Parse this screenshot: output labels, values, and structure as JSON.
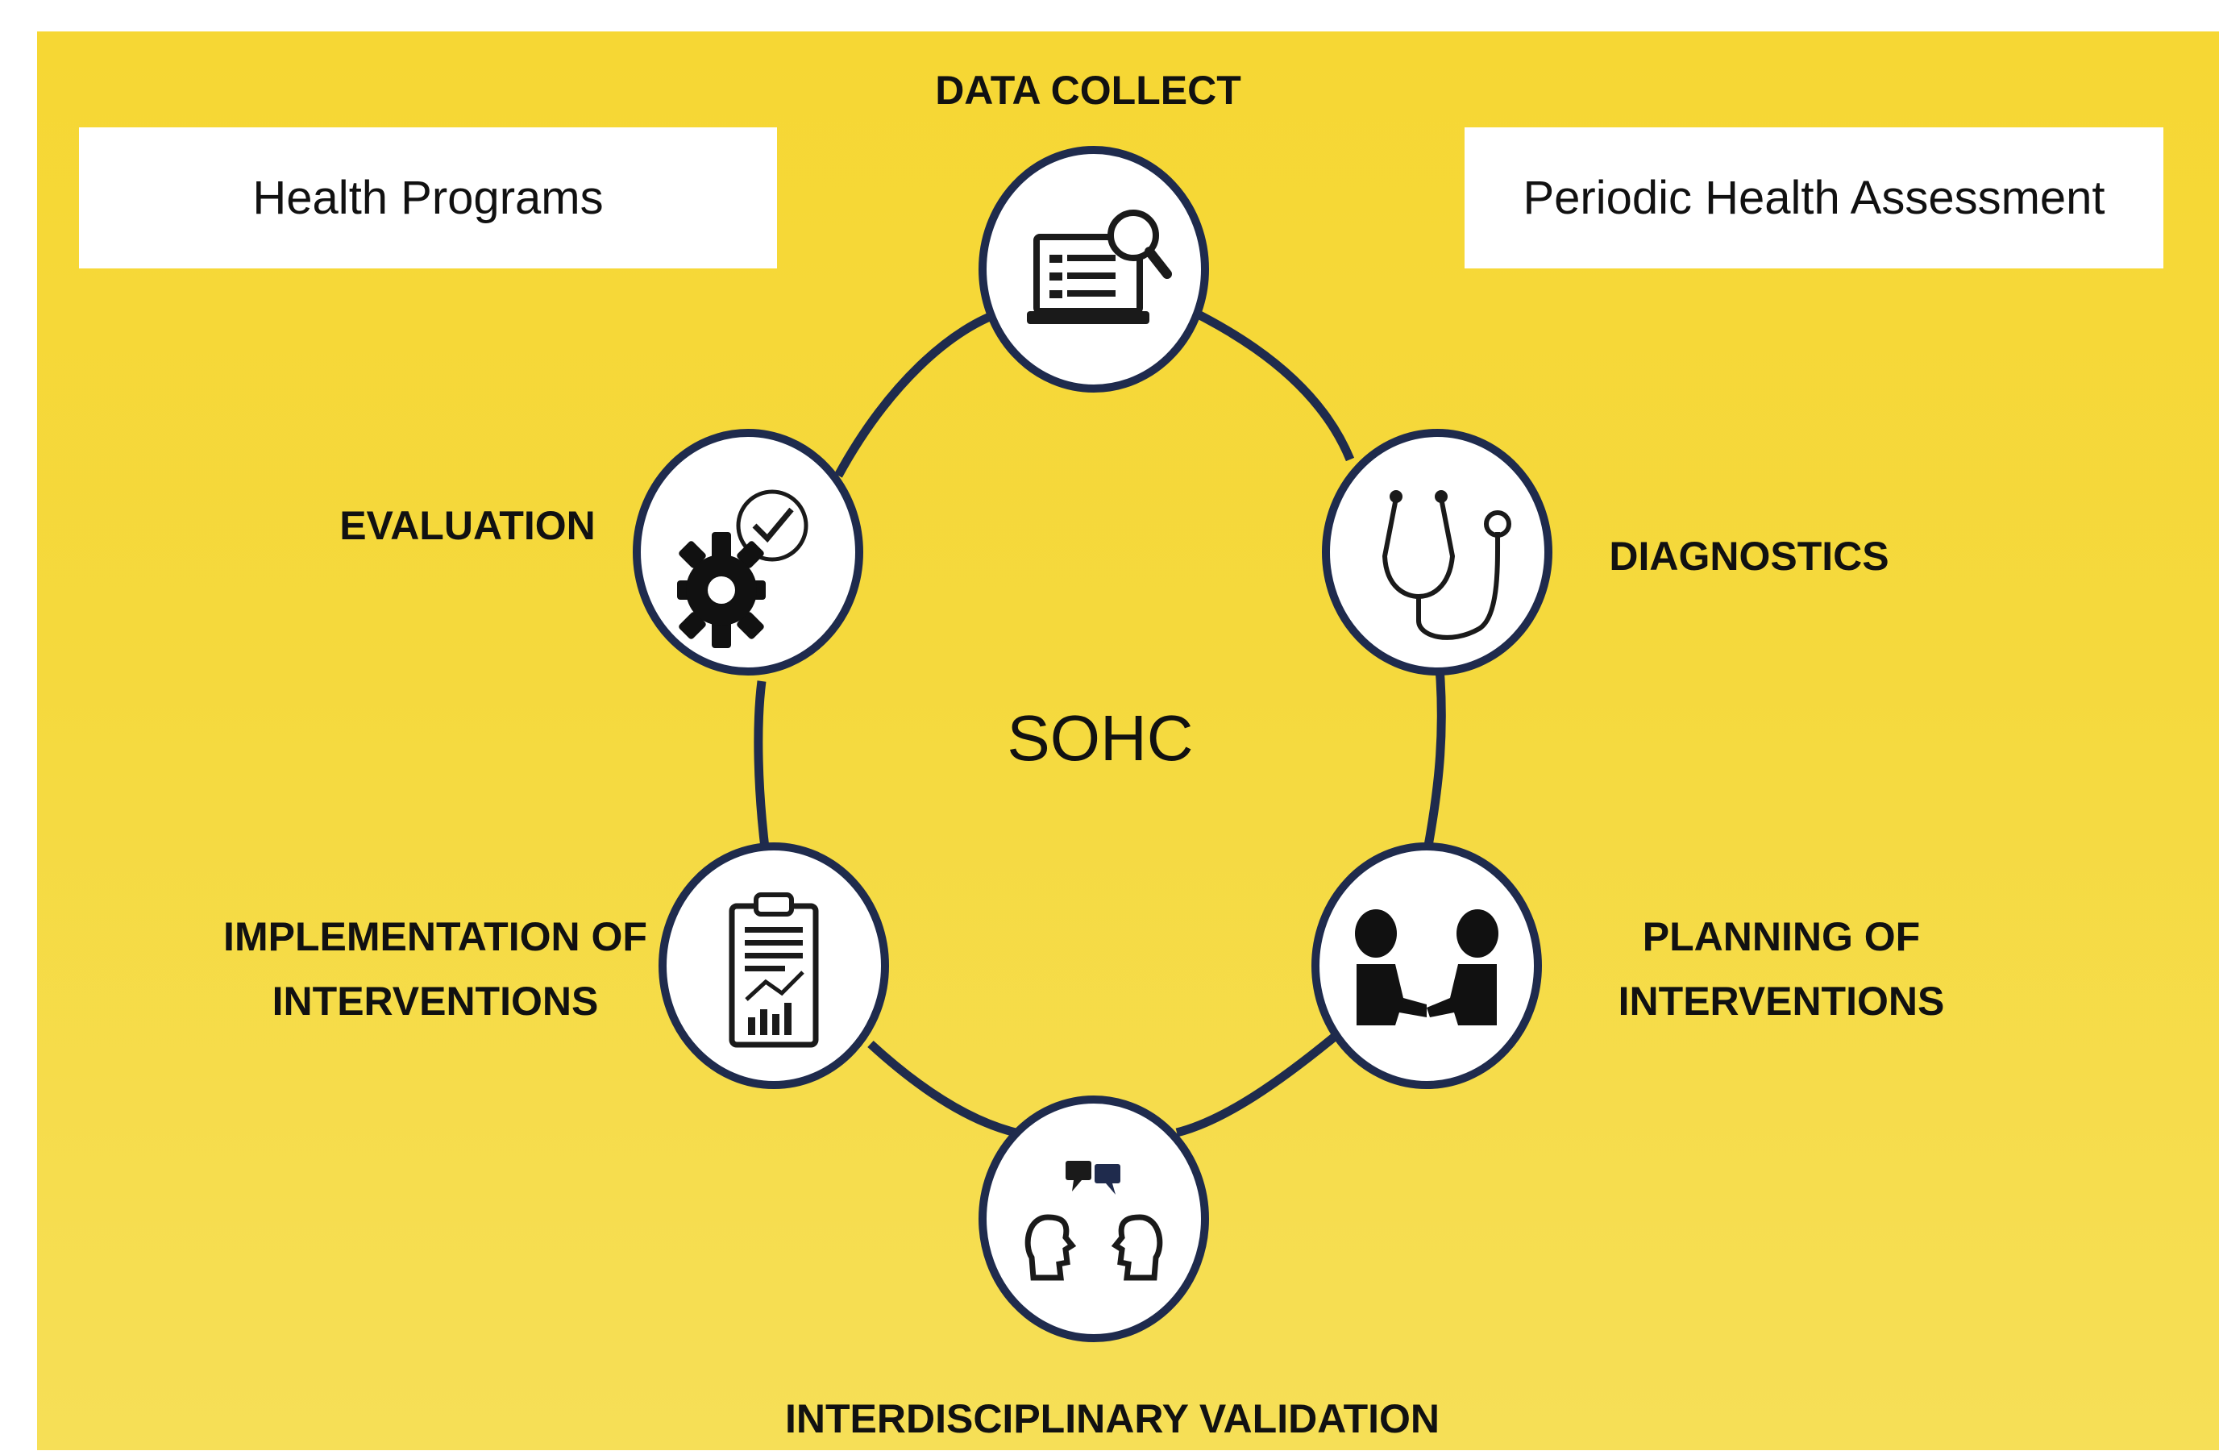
{
  "diagram": {
    "center": "SOHC",
    "boxes": {
      "left": "Health Programs",
      "right": "Periodic Health Assessment"
    },
    "nodes": {
      "data_collect": {
        "label": "DATA COLLECT",
        "icon": "data-search-icon"
      },
      "diagnostics": {
        "label": "DIAGNOSTICS",
        "icon": "stethoscope-icon"
      },
      "planning": {
        "label": [
          "PLANNING OF",
          "INTERVENTIONS"
        ],
        "icon": "meeting-icon"
      },
      "validation": {
        "label": "INTERDISCIPLINARY VALIDATION",
        "icon": "discussion-icon"
      },
      "implementation": {
        "label": [
          "IMPLEMENTATION OF",
          "INTERVENTIONS"
        ],
        "icon": "clipboard-chart-icon"
      },
      "evaluation": {
        "label": "EVALUATION",
        "icon": "gear-check-icon"
      }
    },
    "colors": {
      "background": "#f6d734",
      "ring": "#1f2b4d",
      "node_fill": "#ffffff",
      "text": "#111111"
    }
  }
}
